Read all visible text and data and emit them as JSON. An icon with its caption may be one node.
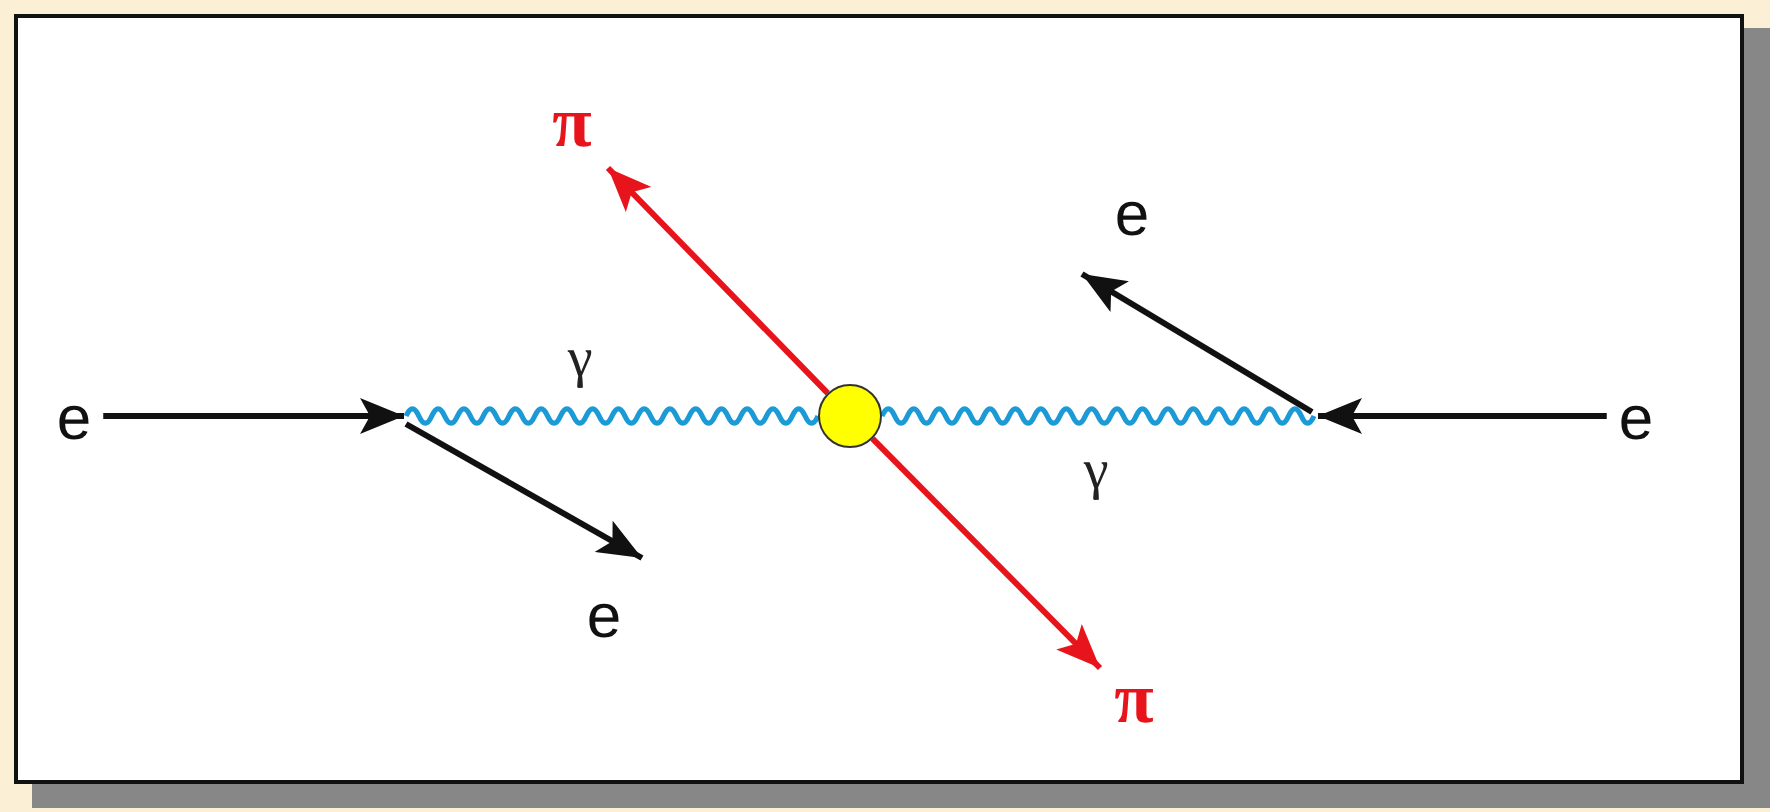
{
  "diagram": {
    "nodes": [
      {
        "text": [
          "e"
        ]
      },
      {
        "text": [
          "e"
        ]
      },
      {
        "text": [
          "π"
        ]
      },
      {
        "text": [],
        "shape": "circle"
      },
      {
        "text": [
          "π"
        ]
      },
      {
        "text": [
          "e"
        ]
      },
      {
        "text": [
          "e"
        ]
      }
    ],
    "edges": [
      {
        "from": 0,
        "to": null,
        "arrow": "to"
      },
      {
        "from": null,
        "to": 1,
        "arrow": "to"
      },
      {
        "from": null,
        "to": 3,
        "arrow": "none",
        "label": "γ",
        "color": "#1b9ad6"
      },
      {
        "from": 3,
        "to": 2,
        "arrow": "to",
        "color": "#e8141b"
      },
      {
        "from": 3,
        "to": 4,
        "arrow": "to",
        "color": "#e8141b"
      },
      {
        "from": 3,
        "to": null,
        "arrow": "none",
        "label": "γ",
        "color": "#1b9ad6"
      },
      {
        "from": 6,
        "to": null,
        "arrow": "to"
      },
      {
        "from": null,
        "to": 5,
        "arrow": "to"
      }
    ]
  }
}
